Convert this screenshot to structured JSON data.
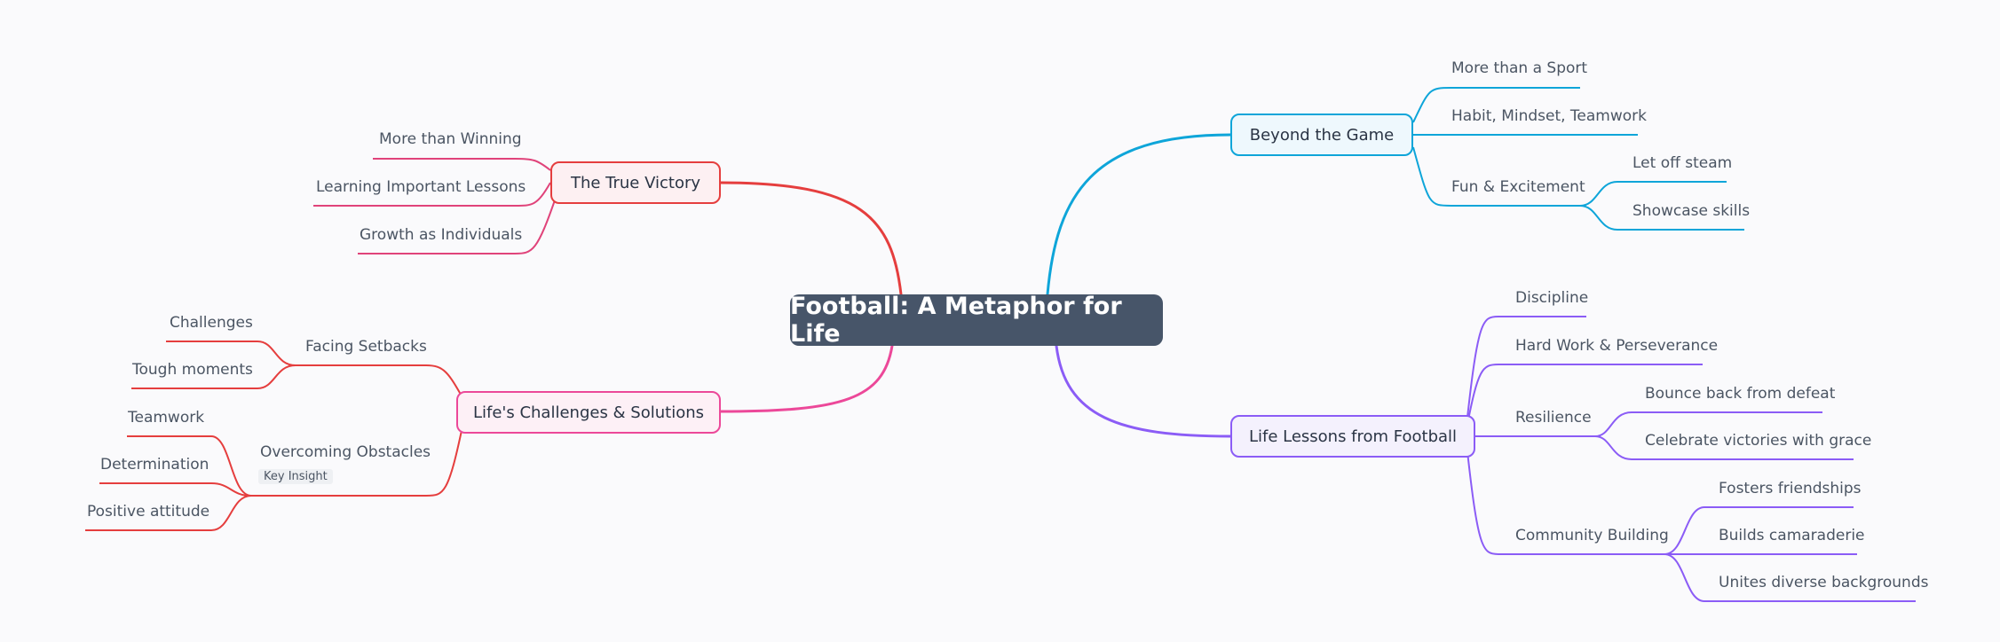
{
  "root": "Football: A Metaphor for Life",
  "colors": {
    "root_bg": "#475569",
    "beyond": "#0ea5d9",
    "lessons": "#8b5cf6",
    "victory": "#e53e3e",
    "victory_children": "#e0437a",
    "challenges_link": "#ec4899",
    "challenges_children": "#e53e3e"
  },
  "branches": {
    "beyond": {
      "label": "Beyond the Game",
      "children": [
        "More than a Sport",
        "Habit, Mindset, Teamwork",
        "Fun & Excitement"
      ],
      "fun_children": [
        "Let off steam",
        "Showcase skills"
      ]
    },
    "lessons": {
      "label": "Life Lessons from Football",
      "children": [
        "Discipline",
        "Hard Work & Perseverance",
        "Resilience",
        "Community Building"
      ],
      "resilience_children": [
        "Bounce back from defeat",
        "Celebrate victories with grace"
      ],
      "community_children": [
        "Fosters friendships",
        "Builds camaraderie",
        "Unites diverse backgrounds"
      ]
    },
    "victory": {
      "label": "The True Victory",
      "children": [
        "More than Winning",
        "Learning Important Lessons",
        "Growth as Individuals"
      ]
    },
    "challenges": {
      "label": "Life's Challenges & Solutions",
      "children": [
        "Facing Setbacks",
        "Overcoming Obstacles"
      ],
      "overcoming_badge": "Key Insight",
      "setbacks_children": [
        "Challenges",
        "Tough moments"
      ],
      "obstacles_children": [
        "Teamwork",
        "Determination",
        "Positive attitude"
      ]
    }
  }
}
